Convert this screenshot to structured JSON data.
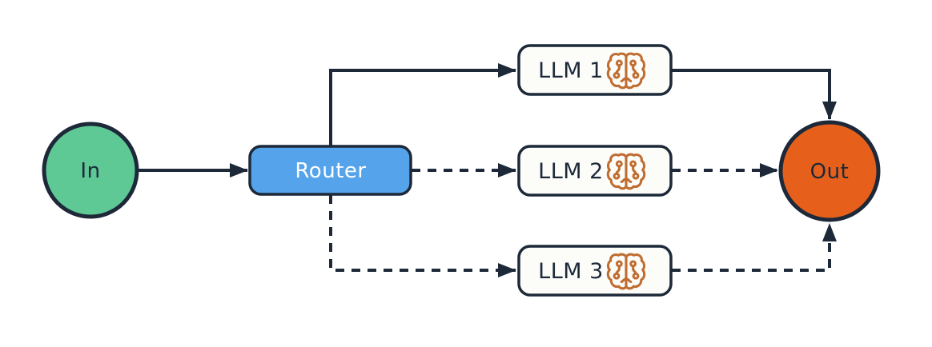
{
  "nodes": {
    "in": {
      "label": "In",
      "shape": "circle",
      "fill": "#5ec995"
    },
    "router": {
      "label": "Router",
      "shape": "rounded-rect",
      "fill": "#55a3ea"
    },
    "llm1": {
      "label": "LLM 1",
      "shape": "rounded-rect",
      "fill": "#fcfcf9",
      "icon": "brain-circuit-icon"
    },
    "llm2": {
      "label": "LLM 2",
      "shape": "rounded-rect",
      "fill": "#fcfcf9",
      "icon": "brain-circuit-icon"
    },
    "llm3": {
      "label": "LLM 3",
      "shape": "rounded-rect",
      "fill": "#fcfcf9",
      "icon": "brain-circuit-icon"
    },
    "out": {
      "label": "Out",
      "shape": "circle",
      "fill": "#e7601b"
    }
  },
  "edges": [
    {
      "from": "In",
      "to": "Router",
      "style": "solid",
      "arrow": true
    },
    {
      "from": "Router",
      "to": "LLM 1",
      "style": "solid",
      "arrow": true
    },
    {
      "from": "Router",
      "to": "LLM 2",
      "style": "dashed",
      "arrow": true
    },
    {
      "from": "Router",
      "to": "LLM 3",
      "style": "dashed",
      "arrow": true
    },
    {
      "from": "LLM 1",
      "to": "Out",
      "style": "solid",
      "arrow": true
    },
    {
      "from": "LLM 2",
      "to": "Out",
      "style": "dashed",
      "arrow": true
    },
    {
      "from": "LLM 3",
      "to": "Out",
      "style": "dashed",
      "arrow": true
    }
  ],
  "colors": {
    "stroke": "#1d2939",
    "in-fill": "#5ec995",
    "router-fill": "#55a3ea",
    "llm-fill": "#fcfcf9",
    "out-fill": "#e7601b",
    "icon": "#c06d31",
    "router-text": "#ffffff",
    "background": "#ffffff"
  }
}
